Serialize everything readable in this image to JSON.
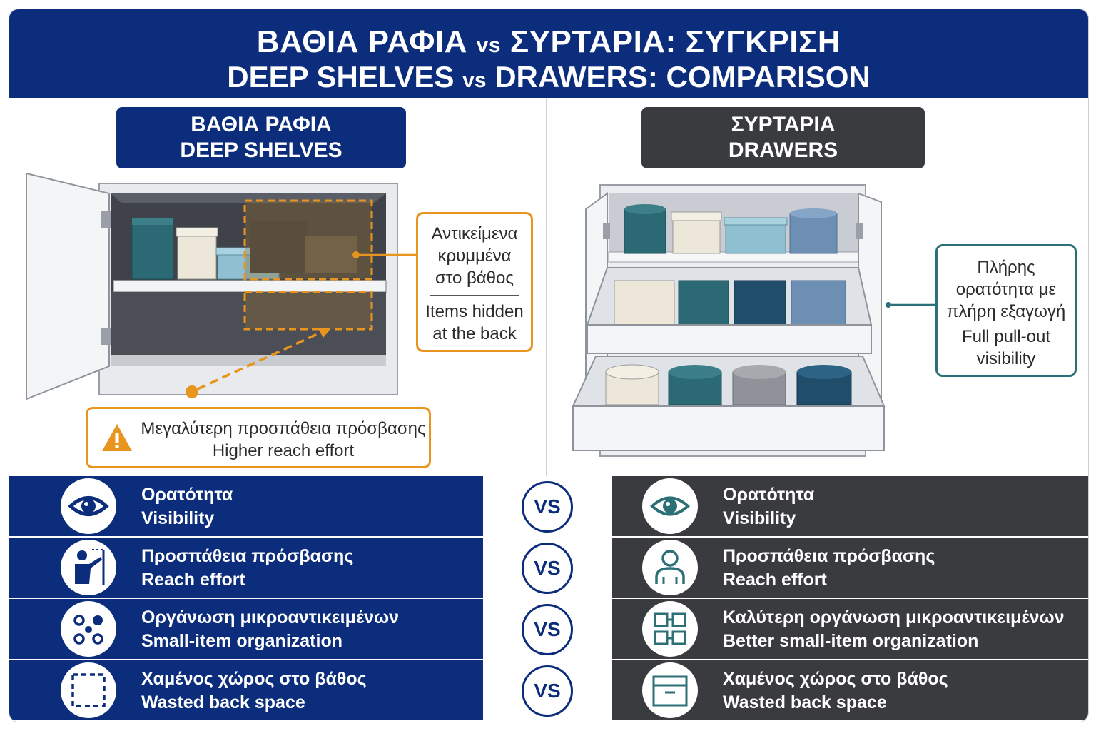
{
  "header": {
    "title_el_a": "ΒΑΘΙΑ ΡΑΦΙΑ",
    "title_el_vs": "vs",
    "title_el_b": "ΣΥΡΤΑΡΙΑ: ΣΥΓΚΡΙΣΗ",
    "title_en_a": "DEEP SHELVES",
    "title_en_vs": "vs",
    "title_en_b": "DRAWERS: COMPARISON"
  },
  "left_panel": {
    "title_el": "ΒΑΘΙΑ ΡΑΦΙΑ",
    "title_en": "DEEP SHELVES",
    "callout_hidden_el": [
      "Αντικείμενα",
      "κρυμμένα",
      "στο βάθος"
    ],
    "callout_hidden_en": [
      "Items hidden",
      "at the back"
    ],
    "callout_effort_el": "Μεγαλύτερη προσπάθεια πρόσβασης",
    "callout_effort_en": "Higher reach effort"
  },
  "right_panel": {
    "title_el": "ΣΥΡΤΑΡΙΑ",
    "title_en": "DRAWERS",
    "callout_visible_el": [
      "Πλήρης",
      "ορατότητα με",
      "πλήρη εξαγωγή"
    ],
    "callout_visible_en": [
      "Full pull-out",
      "visibility"
    ]
  },
  "vs_label": "VS",
  "rows": [
    {
      "left_el": "Ορατότητα",
      "left_en": "Visibility",
      "left_icon": "eye-icon",
      "right_el": "Ορατότητα",
      "right_en": "Visibility",
      "right_icon": "eye-icon"
    },
    {
      "left_el": "Προσπάθεια πρόσβασης",
      "left_en": "Reach effort",
      "left_icon": "person-reaching-icon",
      "right_el": "Προσπάθεια πρόσβασης",
      "right_en": "Reach effort",
      "right_icon": "person-icon"
    },
    {
      "left_el": "Οργάνωση μικροαντικειμένων",
      "left_en": "Small-item organization",
      "left_icon": "scattered-items-icon",
      "right_el": "Καλύτερη οργάνωση μικροαντικειμένων",
      "right_en": "Better small-item organization",
      "right_icon": "grid-organizer-icon"
    },
    {
      "left_el": "Χαμένος χώρος στο βάθος",
      "left_en": "Wasted back space",
      "left_icon": "dashed-square-icon",
      "right_el": "Χαμένος χώρος στο βάθος",
      "right_en": "Wasted back space",
      "right_icon": "drawer-box-icon"
    }
  ],
  "colors": {
    "navy": "#0b2d7c",
    "charcoal": "#3a3b3e",
    "orange": "#e8951f",
    "teal": "#2c6f76"
  }
}
